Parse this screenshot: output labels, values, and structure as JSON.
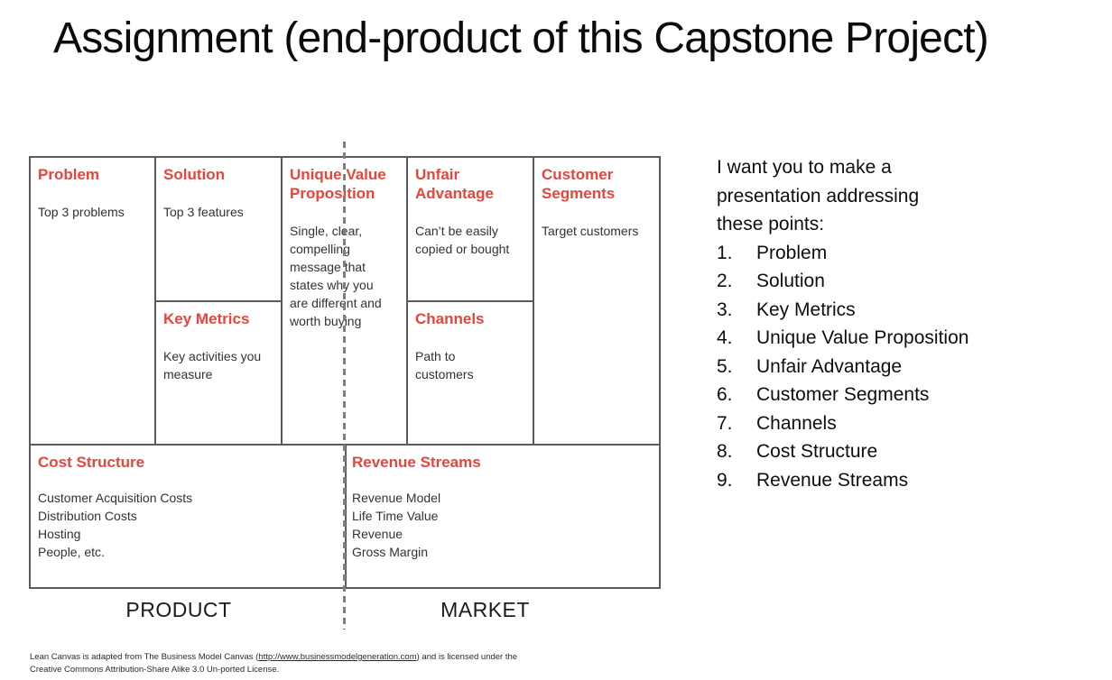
{
  "slide": {
    "title": "Assignment (end-product of this Capstone Project)"
  },
  "colors": {
    "canvas_header_red": "#e8453a",
    "canvas_border_gray": "#595a5c",
    "dashed_divider_gray": "#7f7f7f",
    "body_text": "#323234"
  },
  "canvas": {
    "cells": {
      "problem": {
        "title": "Problem",
        "body": "Top 3 problems"
      },
      "solution": {
        "title": "Solution",
        "body": "Top 3 features"
      },
      "key_metrics": {
        "title": "Key Metrics",
        "body": "Key activities you\nmeasure"
      },
      "unique_value_proposition": {
        "title": "Unique Value\nProposition",
        "body": "Single, clear,\ncompelling\nmessage that\nstates why you\nare different and\nworth buying"
      },
      "unfair_advantage": {
        "title": "Unfair\nAdvantage",
        "body": "Can’t be easily\ncopied or bought"
      },
      "channels": {
        "title": "Channels",
        "body": "Path to\ncustomers"
      },
      "customer_segments": {
        "title": "Customer\nSegments",
        "body": "Target customers"
      },
      "cost_structure": {
        "title": "Cost Structure",
        "body": "Customer Acquisition Costs\nDistribution Costs\nHosting\nPeople, etc."
      },
      "revenue_streams": {
        "title": "Revenue Streams",
        "body": "Revenue Model\nLife Time Value\nRevenue\nGross Margin"
      }
    },
    "zone_labels": {
      "product": "PRODUCT",
      "market": "MARKET"
    }
  },
  "assignment": {
    "intro": "I want you to make a\npresentation addressing\nthese points:",
    "items": [
      {
        "num": "1.",
        "label": "Problem"
      },
      {
        "num": "2.",
        "label": "Solution"
      },
      {
        "num": "3.",
        "label": "Key Metrics"
      },
      {
        "num": "4.",
        "label": "Unique Value Proposition"
      },
      {
        "num": "5.",
        "label": "Unfair Advantage"
      },
      {
        "num": "6.",
        "label": "Customer Segments"
      },
      {
        "num": "7.",
        "label": "Channels"
      },
      {
        "num": "8.",
        "label": "Cost Structure"
      },
      {
        "num": "9.",
        "label": "Revenue Streams"
      }
    ]
  },
  "license": {
    "prefix": "Lean Canvas is adapted from The Business Model Canvas (",
    "url": "http://www.businessmodelgeneration.com",
    "suffix": ") and is licensed under the\nCreative Commons Attribution-Share Alike 3.0 Un-ported License."
  }
}
